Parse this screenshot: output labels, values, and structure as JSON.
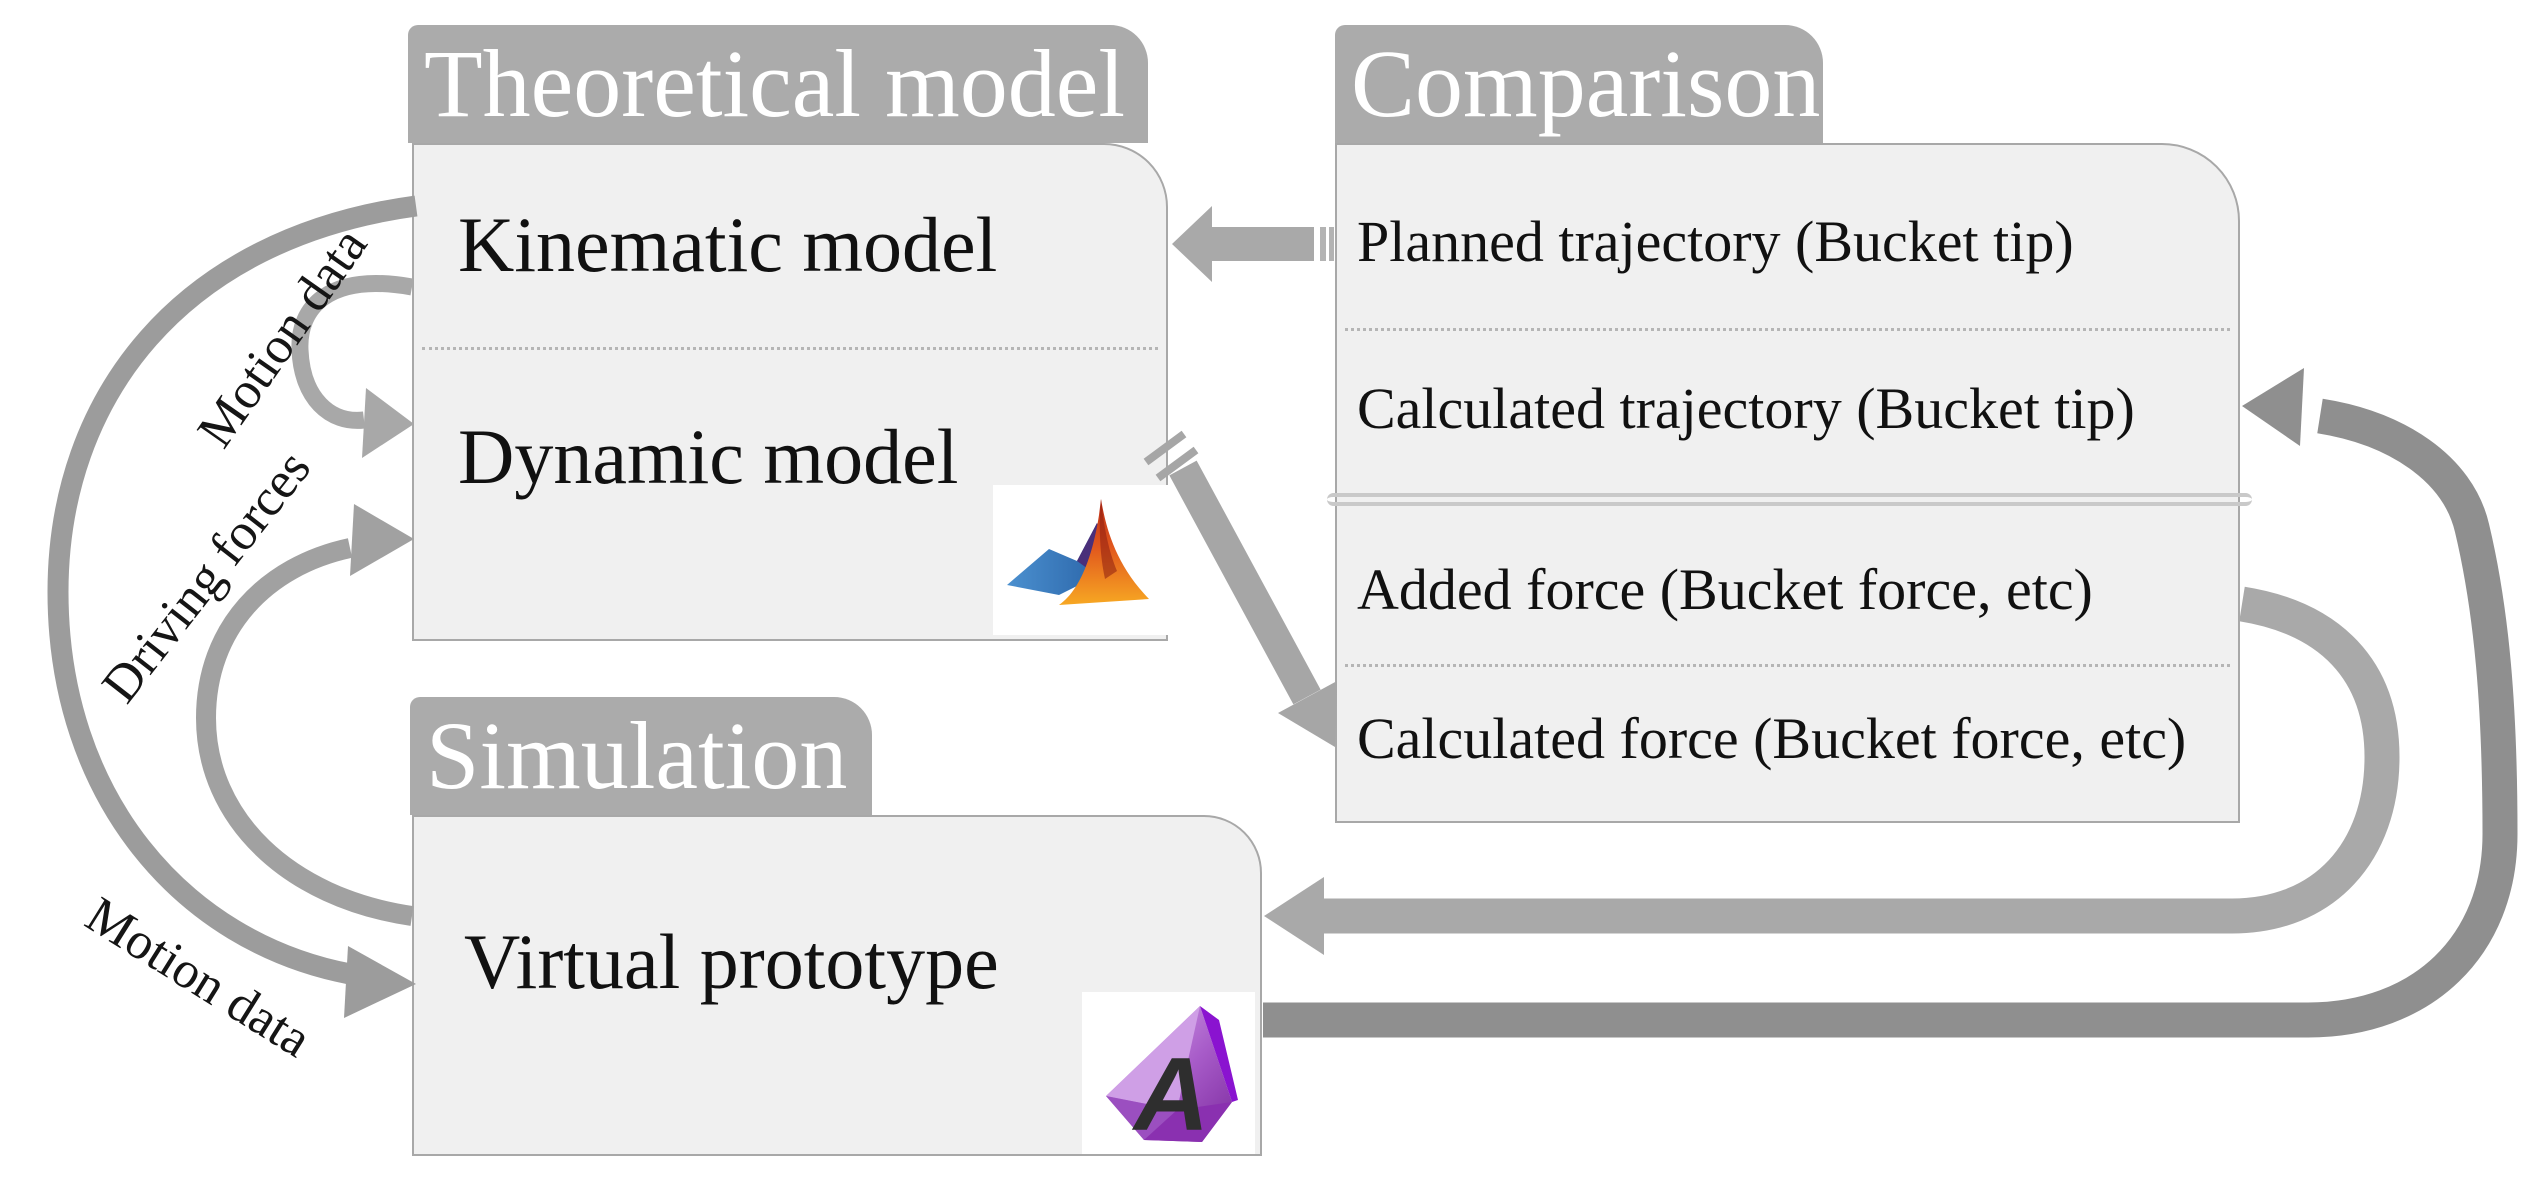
{
  "theoretical": {
    "title": "Theoretical model",
    "items": [
      "Kinematic model",
      "Dynamic model"
    ]
  },
  "comparison": {
    "title": "Comparison",
    "rows": [
      "Planned trajectory (Bucket tip)",
      "Calculated trajectory (Bucket tip)",
      "Added force (Bucket force, etc)",
      "Calculated force (Bucket force, etc)"
    ]
  },
  "simulation": {
    "title": "Simulation",
    "items": [
      "Virtual prototype"
    ]
  },
  "arrow_labels": {
    "motion_data_top": "Motion data",
    "driving_forces": "Driving forces",
    "motion_data_bottom": "Motion data"
  },
  "icons": {
    "matlab": "matlab-logo-icon",
    "adams": "adams-logo-icon"
  },
  "colors": {
    "header_bg": "#ababab",
    "panel_bg": "#f0f0f0",
    "panel_border": "#a8a8a8",
    "arrow_light": "#a9a9a9",
    "arrow_mid": "#9c9c9c",
    "arrow_dark": "#8f8f8f",
    "header_text": "#ffffff",
    "body_text": "#111111"
  }
}
